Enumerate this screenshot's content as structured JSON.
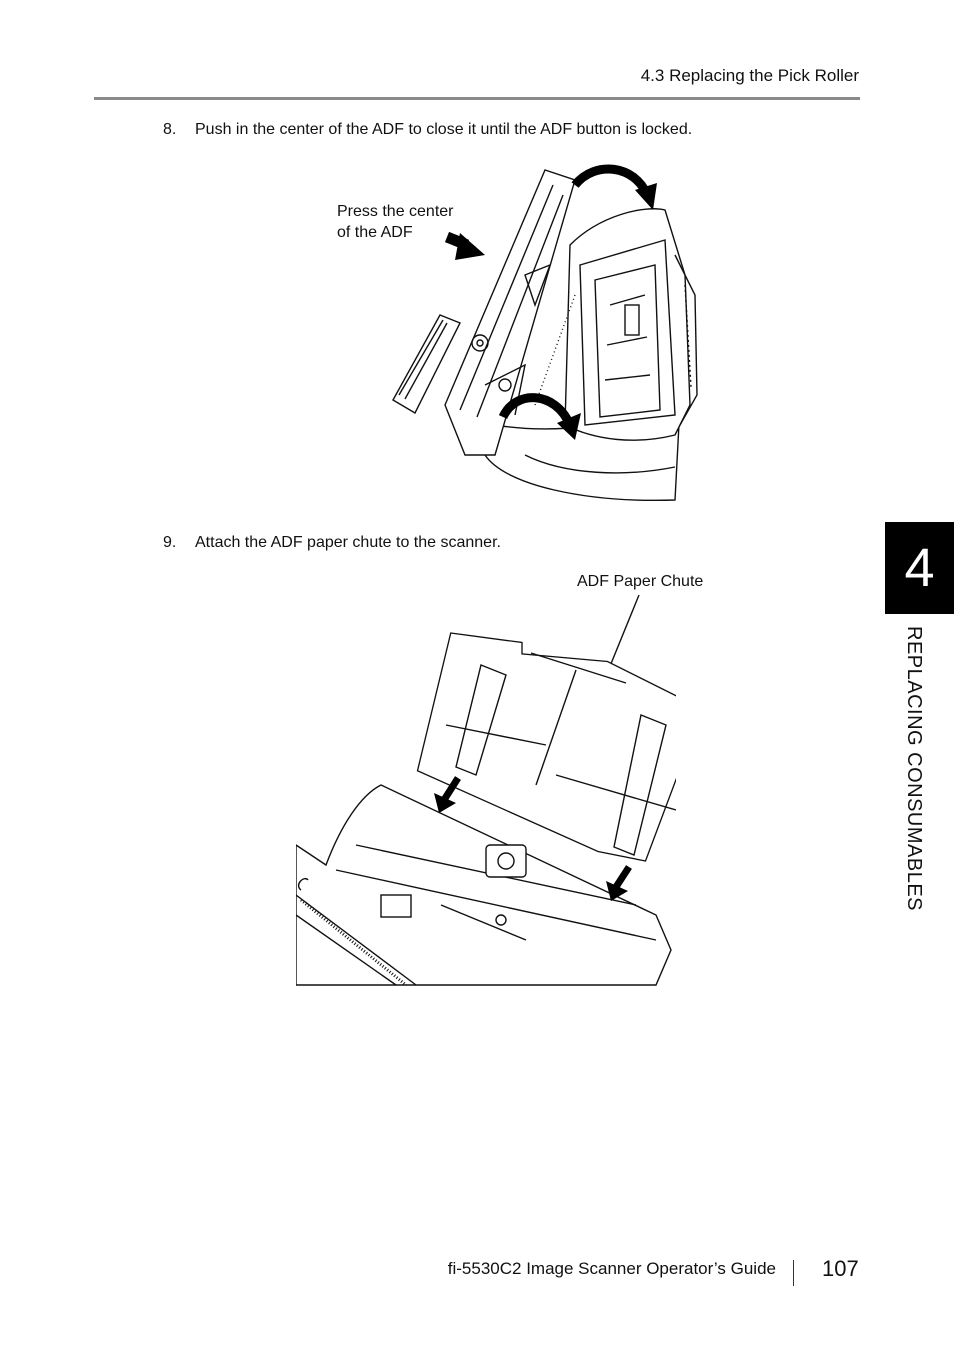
{
  "header": {
    "section_title": "4.3 Replacing the Pick Roller"
  },
  "steps": [
    {
      "number": "8.",
      "text": "Push in the center of the ADF to close it until the ADF button is locked."
    },
    {
      "number": "9.",
      "text": "Attach the ADF paper chute to the scanner."
    }
  ],
  "figure1": {
    "callout_line1": "Press the center",
    "callout_line2": "of the ADF"
  },
  "figure2": {
    "callout": "ADF Paper Chute"
  },
  "sidebar": {
    "chapter_number": "4",
    "chapter_title": "REPLACING CONSUMABLES"
  },
  "footer": {
    "guide_title": "fi-5530C2 Image Scanner Operator’s Guide",
    "page_number": "107"
  }
}
